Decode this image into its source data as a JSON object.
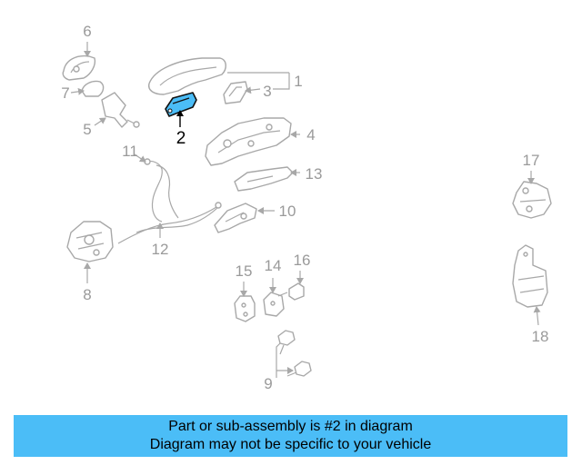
{
  "diagram": {
    "active_part": "2",
    "highlight_color": "#4bbdf7",
    "callouts": [
      "1",
      "2",
      "3",
      "4",
      "5",
      "6",
      "7",
      "8",
      "9",
      "10",
      "11",
      "12",
      "13",
      "14",
      "15",
      "16",
      "17",
      "18"
    ]
  },
  "banner": {
    "color": "#4bbdf7",
    "line1": "Part or sub-assembly is #2 in diagram",
    "line2": "Diagram may not be specific to your vehicle"
  }
}
